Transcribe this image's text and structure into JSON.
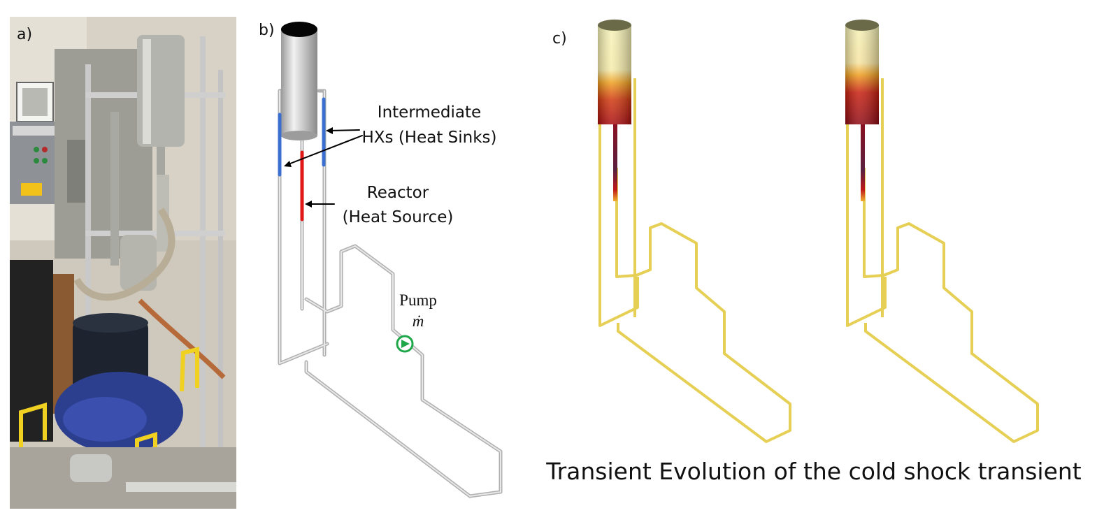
{
  "panel_a": {
    "label": "a)",
    "photo": {
      "description_icon": "experimental-loop-photo"
    }
  },
  "panel_b": {
    "label": "b)",
    "annotations": {
      "hx_line1": "Intermediate",
      "hx_line2": "HXs (Heat Sinks)",
      "reactor_line1": "Reactor",
      "reactor_line2": "(Heat Source)",
      "pump_line1": "Pump",
      "pump_line2": "ṁ"
    },
    "colors": {
      "pipe": "#c8c8c8",
      "hx": "#3a6fd0",
      "reactor": "#e01818",
      "pump": "#1fa84a"
    }
  },
  "panel_c": {
    "label": "c)",
    "caption": "Transient Evolution of the cold shock transient",
    "colors": {
      "pipe": "#e6cf55",
      "tank_top": "#f5f0b0",
      "hot": "#c01010"
    }
  }
}
